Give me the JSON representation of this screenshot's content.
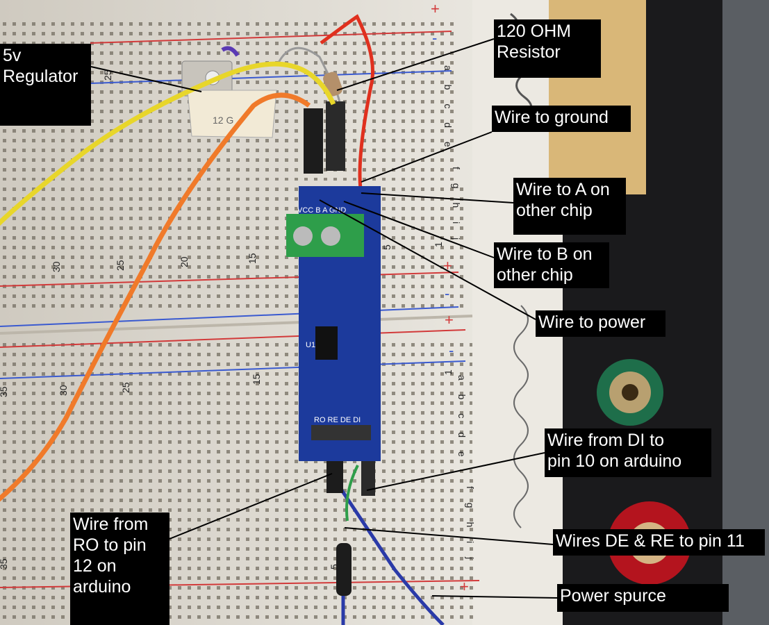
{
  "labels": {
    "regulator": "5v\nRegulator",
    "resistor": "120 OHM\nResistor",
    "ground": "Wire to ground",
    "wire_a": "Wire to A on\nother chip",
    "wire_b": "Wire to B on\nother chip",
    "power": "Wire to power",
    "di": "Wire from DI to\npin 10 on arduino",
    "ro": "Wire from\nRO to pin\n12 on\narduino",
    "de_re": "Wires DE & RE to pin 11",
    "source": "Power spurce"
  },
  "board_text": {
    "module_pins_top": "VCC B A GND",
    "module_pins_bottom": "RO RE DE DI",
    "chip": "U1",
    "reg_mark": "12 G",
    "row_letters_top": "a b c d e",
    "row_letters_mid": "f g h i j",
    "plus": "+",
    "minus": "-",
    "col_25": "25",
    "col_20": "20",
    "col_15": "15",
    "col_30": "30",
    "col_35": "35",
    "col_5": "5",
    "col_1": "1"
  },
  "colors": {
    "breadboard": "#e8e4dc",
    "module_blue": "#1c3a9c",
    "terminal_green": "#2e9e4a",
    "wire_yellow": "#e8d62a",
    "wire_orange": "#f07a2a",
    "wire_red": "#e0301e",
    "wire_blue": "#2a3aa8",
    "rail_red": "#d23a3a",
    "rail_blue": "#3a5ad0",
    "post_red": "#b4141e",
    "post_green": "#1e6e4a",
    "label_bg": "#000000",
    "label_fg": "#ffffff"
  }
}
